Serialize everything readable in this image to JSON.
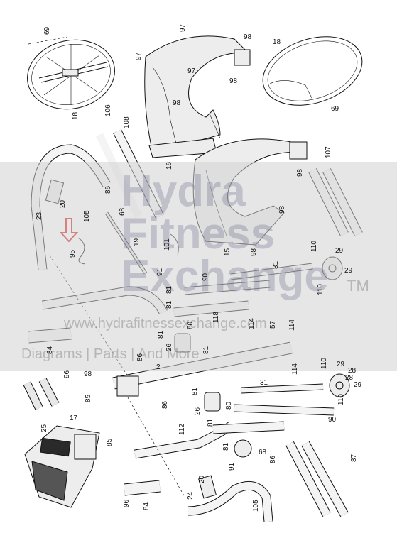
{
  "watermark": {
    "line1": "Hydra",
    "line2": "Fitness",
    "line3": "Exchange",
    "tm": "TM",
    "url": "www.hydrafitnessexchange.com",
    "tagline": "Diagrams | Parts | And More"
  },
  "labels": [
    {
      "id": "69a",
      "text": "69"
    },
    {
      "id": "18a",
      "text": "18"
    },
    {
      "id": "97a",
      "text": "97"
    },
    {
      "id": "97b",
      "text": "97"
    },
    {
      "id": "97c",
      "text": "97"
    },
    {
      "id": "98a",
      "text": "98"
    },
    {
      "id": "98b",
      "text": "98"
    },
    {
      "id": "98c",
      "text": "98"
    },
    {
      "id": "16",
      "text": "16"
    },
    {
      "id": "18b",
      "text": "18"
    },
    {
      "id": "69b",
      "text": "69"
    },
    {
      "id": "106",
      "text": "106"
    },
    {
      "id": "108",
      "text": "108"
    },
    {
      "id": "107",
      "text": "107"
    },
    {
      "id": "98d",
      "text": "98"
    },
    {
      "id": "98e",
      "text": "98"
    },
    {
      "id": "98f",
      "text": "98"
    },
    {
      "id": "15",
      "text": "15"
    },
    {
      "id": "20a",
      "text": "20"
    },
    {
      "id": "23",
      "text": "23"
    },
    {
      "id": "86a",
      "text": "86"
    },
    {
      "id": "105a",
      "text": "105"
    },
    {
      "id": "68a",
      "text": "68"
    },
    {
      "id": "19",
      "text": "19"
    },
    {
      "id": "101",
      "text": "101"
    },
    {
      "id": "95",
      "text": "95"
    },
    {
      "id": "91a",
      "text": "91"
    },
    {
      "id": "90a",
      "text": "90"
    },
    {
      "id": "31a",
      "text": "31"
    },
    {
      "id": "110a",
      "text": "110"
    },
    {
      "id": "29a",
      "text": "29"
    },
    {
      "id": "29b",
      "text": "29"
    },
    {
      "id": "110b",
      "text": "110"
    },
    {
      "id": "81a",
      "text": "81"
    },
    {
      "id": "81b",
      "text": "81"
    },
    {
      "id": "118",
      "text": "118"
    },
    {
      "id": "80a",
      "text": "80"
    },
    {
      "id": "81c",
      "text": "81"
    },
    {
      "id": "26a",
      "text": "26"
    },
    {
      "id": "81d",
      "text": "81"
    },
    {
      "id": "114a",
      "text": "114"
    },
    {
      "id": "57",
      "text": "57"
    },
    {
      "id": "114b",
      "text": "114"
    },
    {
      "id": "84a",
      "text": "84"
    },
    {
      "id": "96a",
      "text": "96"
    },
    {
      "id": "98g",
      "text": "98"
    },
    {
      "id": "86b",
      "text": "86"
    },
    {
      "id": "2",
      "text": "2"
    },
    {
      "id": "114c",
      "text": "114"
    },
    {
      "id": "110c",
      "text": "110"
    },
    {
      "id": "29c",
      "text": "29"
    },
    {
      "id": "28a",
      "text": "28"
    },
    {
      "id": "29d",
      "text": "29"
    },
    {
      "id": "28b",
      "text": "28"
    },
    {
      "id": "31b",
      "text": "31"
    },
    {
      "id": "85a",
      "text": "85"
    },
    {
      "id": "86c",
      "text": "86"
    },
    {
      "id": "81e",
      "text": "81"
    },
    {
      "id": "26b",
      "text": "26"
    },
    {
      "id": "80b",
      "text": "80"
    },
    {
      "id": "110d",
      "text": "110"
    },
    {
      "id": "90b",
      "text": "90"
    },
    {
      "id": "25",
      "text": "25"
    },
    {
      "id": "17",
      "text": "17"
    },
    {
      "id": "81f",
      "text": "81"
    },
    {
      "id": "112",
      "text": "112"
    },
    {
      "id": "85b",
      "text": "85"
    },
    {
      "id": "81g",
      "text": "81"
    },
    {
      "id": "68b",
      "text": "68"
    },
    {
      "id": "91b",
      "text": "91"
    },
    {
      "id": "86d",
      "text": "86"
    },
    {
      "id": "87",
      "text": "87"
    },
    {
      "id": "20b",
      "text": "20"
    },
    {
      "id": "96b",
      "text": "96"
    },
    {
      "id": "84b",
      "text": "84"
    },
    {
      "id": "24",
      "text": "24"
    },
    {
      "id": "105b",
      "text": "105"
    }
  ],
  "colors": {
    "ink": "#111111",
    "arrow": "#d42020",
    "watermark": "#7878a0"
  }
}
